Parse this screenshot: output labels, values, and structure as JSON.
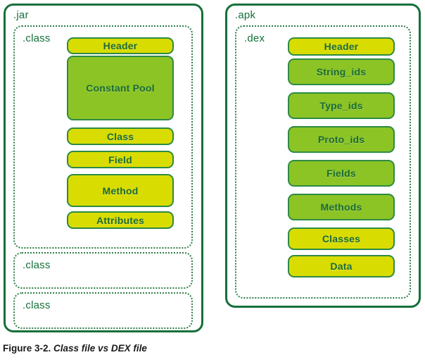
{
  "figure": {
    "number": "Figure 3-2.",
    "title": "Class file vs DEX file"
  },
  "colors": {
    "outline": "#15703a",
    "dotted": "#2d7d46",
    "chip_border": "#2d8b44",
    "chip_yellow": "#d9dc00",
    "chip_green": "#8cc425",
    "text": "#1a6b37",
    "background": "#ffffff"
  },
  "left_panel": {
    "label": ".jar",
    "class_boxes": [
      {
        "label": ".class",
        "segments": [
          {
            "label": "Header",
            "color": "yellow"
          },
          {
            "label": "Constant Pool",
            "color": "green"
          },
          {
            "label": "Class",
            "color": "yellow"
          },
          {
            "label": "Field",
            "color": "yellow"
          },
          {
            "label": "Method",
            "color": "yellow"
          },
          {
            "label": "Attributes",
            "color": "yellow"
          }
        ]
      },
      {
        "label": ".class",
        "segments": []
      },
      {
        "label": ".class",
        "segments": []
      }
    ]
  },
  "right_panel": {
    "label": ".apk",
    "dex_box": {
      "label": ".dex",
      "segments": [
        {
          "label": "Header",
          "color": "yellow"
        },
        {
          "label": "String_ids",
          "color": "green"
        },
        {
          "label": "Type_ids",
          "color": "green"
        },
        {
          "label": "Proto_ids",
          "color": "green"
        },
        {
          "label": "Fields",
          "color": "green"
        },
        {
          "label": "Methods",
          "color": "green"
        },
        {
          "label": "Classes",
          "color": "yellow"
        },
        {
          "label": "Data",
          "color": "yellow"
        }
      ]
    }
  }
}
